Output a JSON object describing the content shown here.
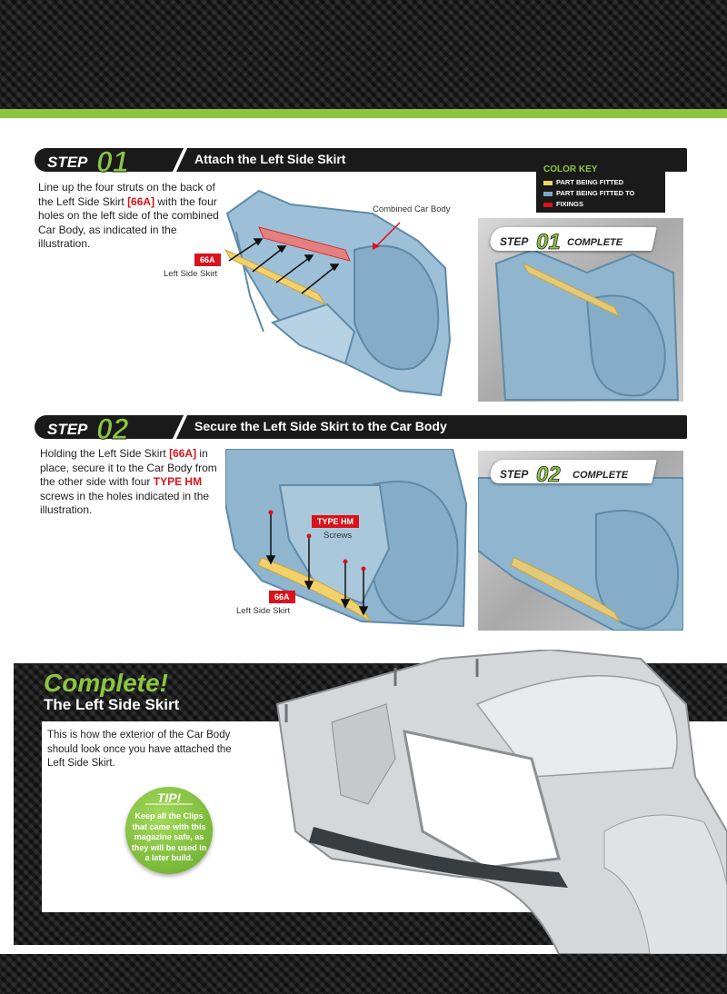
{
  "step1": {
    "badge_word": "STEP",
    "badge_num": "01",
    "title": "Attach the Left Side Skirt",
    "text_a": "Line up the four struts on the back of the Left Side Skirt ",
    "text_ref": "[66A]",
    "text_b": " with the four holes on the left side of the combined Car Body, as indicated in the illustration.",
    "label_body": "Combined Car Body",
    "tag_part": "66A",
    "label_part": "Left Side Skirt",
    "complete_word": "COMPLETE"
  },
  "color_key": {
    "title": "COLOR KEY",
    "items": [
      {
        "label": "PART BEING FITTED",
        "color": "#f2d06b"
      },
      {
        "label": "PART BEING FITTED TO",
        "color": "#7fa9c9"
      },
      {
        "label": "FIXINGS",
        "color": "#d8131b"
      }
    ]
  },
  "step2": {
    "badge_word": "STEP",
    "badge_num": "02",
    "title": "Secure the Left Side Skirt to the Car Body",
    "text_a": "Holding the Left Side Skirt ",
    "text_ref": "[66A]",
    "text_b": " in place, secure it to the Car Body from the other side with four ",
    "text_screw": "TYPE HM",
    "text_c": " screws in the holes indicated in the illustration.",
    "tag_screw": "TYPE HM",
    "label_screw": "Screws",
    "tag_part": "66A",
    "label_part": "Left Side Skirt",
    "complete_word": "COMPLETE"
  },
  "complete": {
    "heading": "Complete!",
    "subtitle": "The Left Side Skirt",
    "text": "This is how the exterior of the Car Body should look once you have attached the Left Side Skirt."
  },
  "tip": {
    "heading": "TIP!",
    "text": "Keep all the Clips that came with this magazine safe, as they will be used in a later build."
  }
}
